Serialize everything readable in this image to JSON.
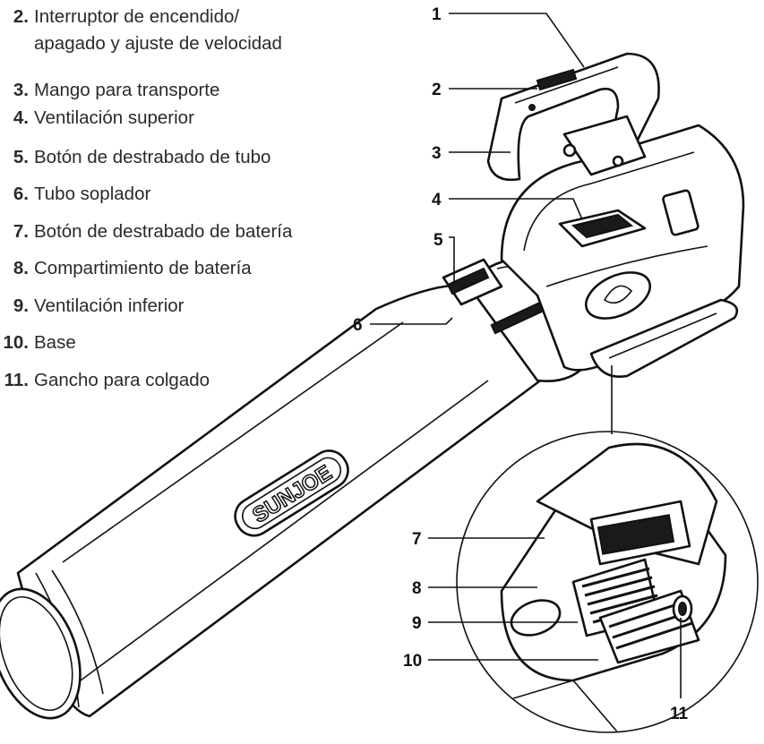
{
  "legend": [
    {
      "num": "2.",
      "lines": [
        "Interruptor de encendido/",
        "apagado y ajuste de velocidad"
      ]
    },
    {
      "num": "3.",
      "lines": [
        "Mango para transporte"
      ]
    },
    {
      "num": "4.",
      "lines": [
        "Ventilación superior"
      ]
    },
    {
      "num": "5.",
      "lines": [
        "Botón de destrabado de tubo"
      ]
    },
    {
      "num": "6.",
      "lines": [
        "Tubo soplador"
      ]
    },
    {
      "num": "7.",
      "lines": [
        "Botón de destrabado de batería"
      ]
    },
    {
      "num": "8.",
      "lines": [
        "Compartimiento de batería"
      ]
    },
    {
      "num": "9.",
      "lines": [
        "Ventilación inferior"
      ]
    },
    {
      "num": "10.",
      "lines": [
        "Base"
      ]
    },
    {
      "num": "11.",
      "lines": [
        "Gancho para colgado"
      ]
    }
  ],
  "callouts": [
    "1",
    "2",
    "3",
    "4",
    "5",
    "6",
    "7",
    "8",
    "9",
    "10",
    "11"
  ],
  "brand_text": "SUNJOE",
  "colors": {
    "ink": "#111111",
    "text": "#2a2a2a"
  }
}
